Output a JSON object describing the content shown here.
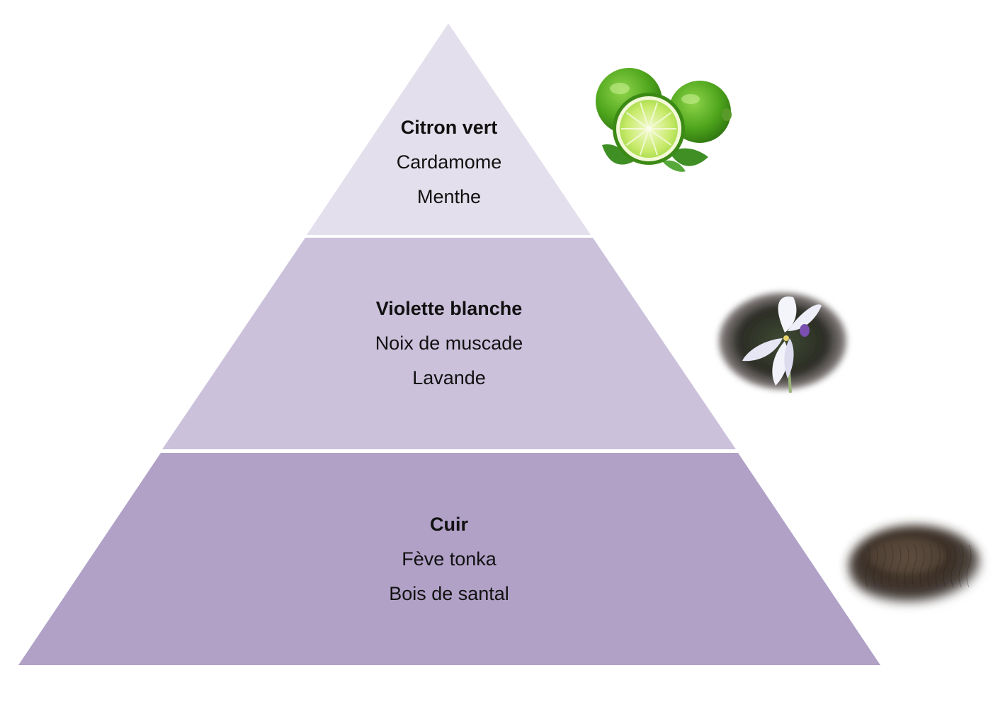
{
  "colors": {
    "background": "#ffffff",
    "tier_top": "#e4dfec",
    "tier_middle": "#cbc1db",
    "tier_base": "#b1a1c7",
    "separator": "#ffffff",
    "text": "#111111"
  },
  "pyramid": {
    "tiers": [
      {
        "key": "top",
        "notes": [
          "Citron vert",
          "Cardamome",
          "Menthe"
        ],
        "image": "lime-image"
      },
      {
        "key": "middle",
        "notes": [
          "Violette blanche",
          "Noix de muscade",
          "Lavande"
        ],
        "image": "white-violet-flower-image"
      },
      {
        "key": "base",
        "notes": [
          "Cuir",
          "Fève tonka",
          "Bois de santal"
        ],
        "image": "leather-texture-image"
      }
    ]
  }
}
